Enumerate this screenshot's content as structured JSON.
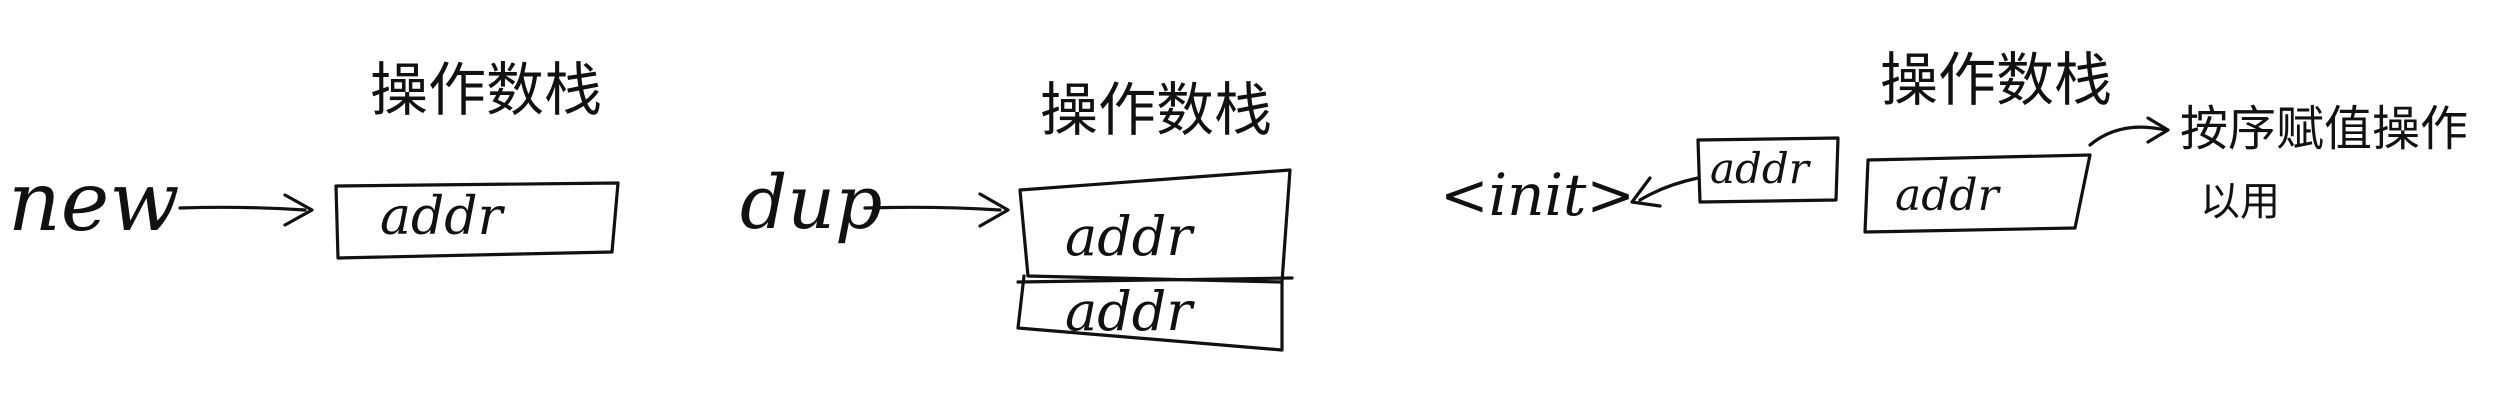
{
  "panels": [
    {
      "stack_label": "操作数栈",
      "instruction": "new",
      "stack_items": [
        "addr"
      ]
    },
    {
      "stack_label": "操作数栈",
      "instruction": "dup",
      "stack_items": [
        "addr",
        "addr"
      ]
    },
    {
      "stack_label": "操作数栈",
      "method_call": "<init>",
      "consumed_item": "addr",
      "stack_items": [
        "addr"
      ],
      "note_line1": "按序赋值操作",
      "note_line2": "以用"
    }
  ]
}
